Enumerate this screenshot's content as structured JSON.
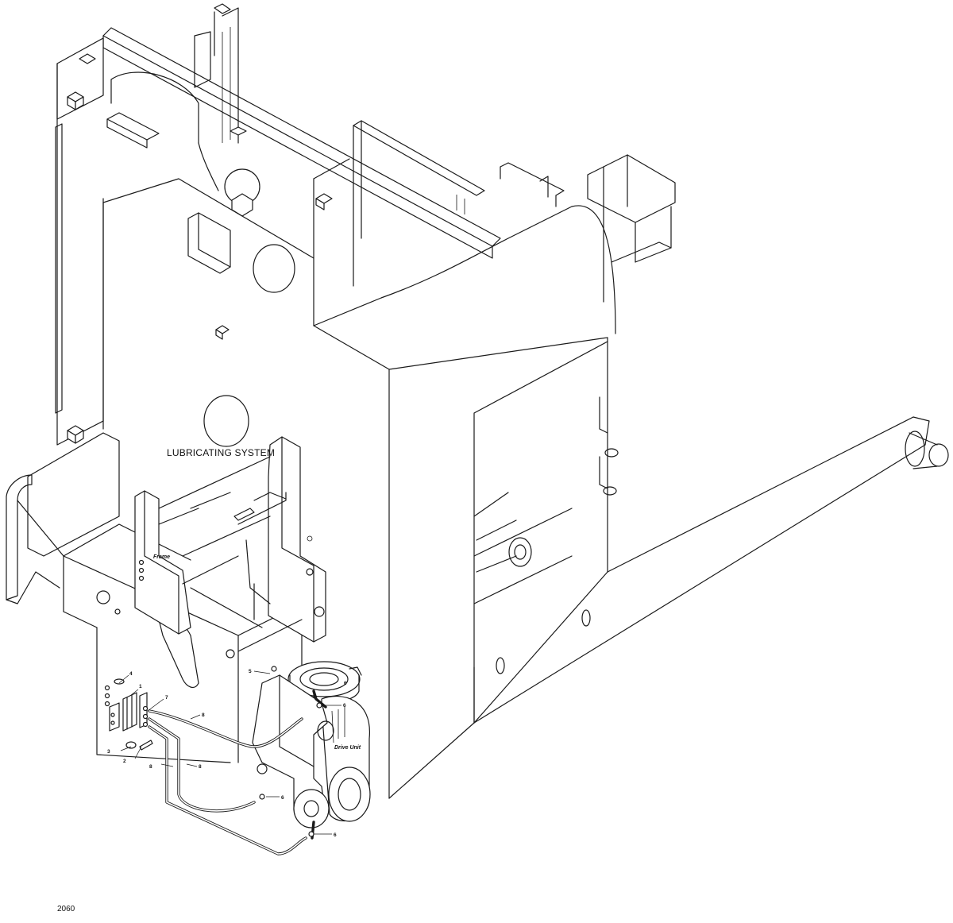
{
  "diagram": {
    "title": "LUBRICATING SYSTEM",
    "page_number": "2060",
    "labels": {
      "frame": "Frame",
      "drive_unit": "Drive Unit"
    },
    "callouts": [
      "1",
      "2",
      "3",
      "4",
      "5",
      "6",
      "6",
      "6",
      "6",
      "7",
      "8",
      "8",
      "8"
    ]
  }
}
